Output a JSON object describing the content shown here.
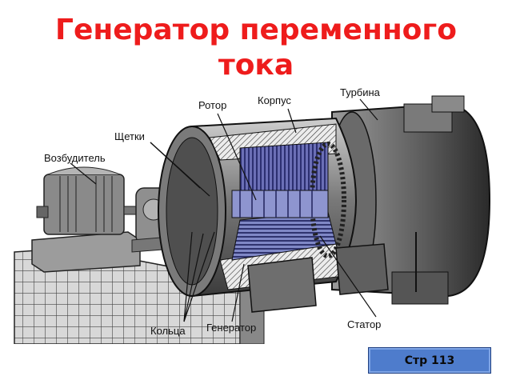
{
  "slide": {
    "title_line1": "Генератор переменного",
    "title_line2": "тока",
    "page_button_label": "Стр 113"
  },
  "diagram": {
    "labels": {
      "rotor": "Ротор",
      "housing": "Корпус",
      "turbine": "Турбина",
      "brushes": "Щетки",
      "exciter": "Возбудитель",
      "rings": "Кольца",
      "generator": "Генератор",
      "stator": "Статор"
    }
  },
  "colors": {
    "title": "#ee1c1c",
    "button": "#4e7ccc"
  }
}
